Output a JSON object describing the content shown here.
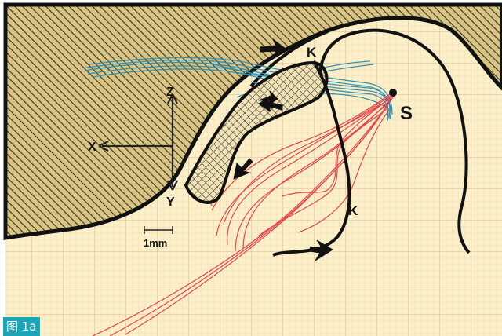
{
  "figure": {
    "caption_badge": "图 1a",
    "labels": {
      "k_top": "K",
      "k_bottom": "K",
      "s_point": "S",
      "axis_z": "Z",
      "axis_x": "X",
      "axis_y": "Y",
      "scale_bar": "1mm"
    },
    "colors": {
      "grid_paper": "#fbefc9",
      "grid_minor": "#f3cfa0",
      "grid_major": "#eab688",
      "bone_hatch": "#3a3020",
      "bone_fill": "#d8c483",
      "outline": "#111111",
      "red_tracings": "#e2343f",
      "blue_tracings": "#2d8fb2",
      "badge": "#19a6b8"
    }
  }
}
